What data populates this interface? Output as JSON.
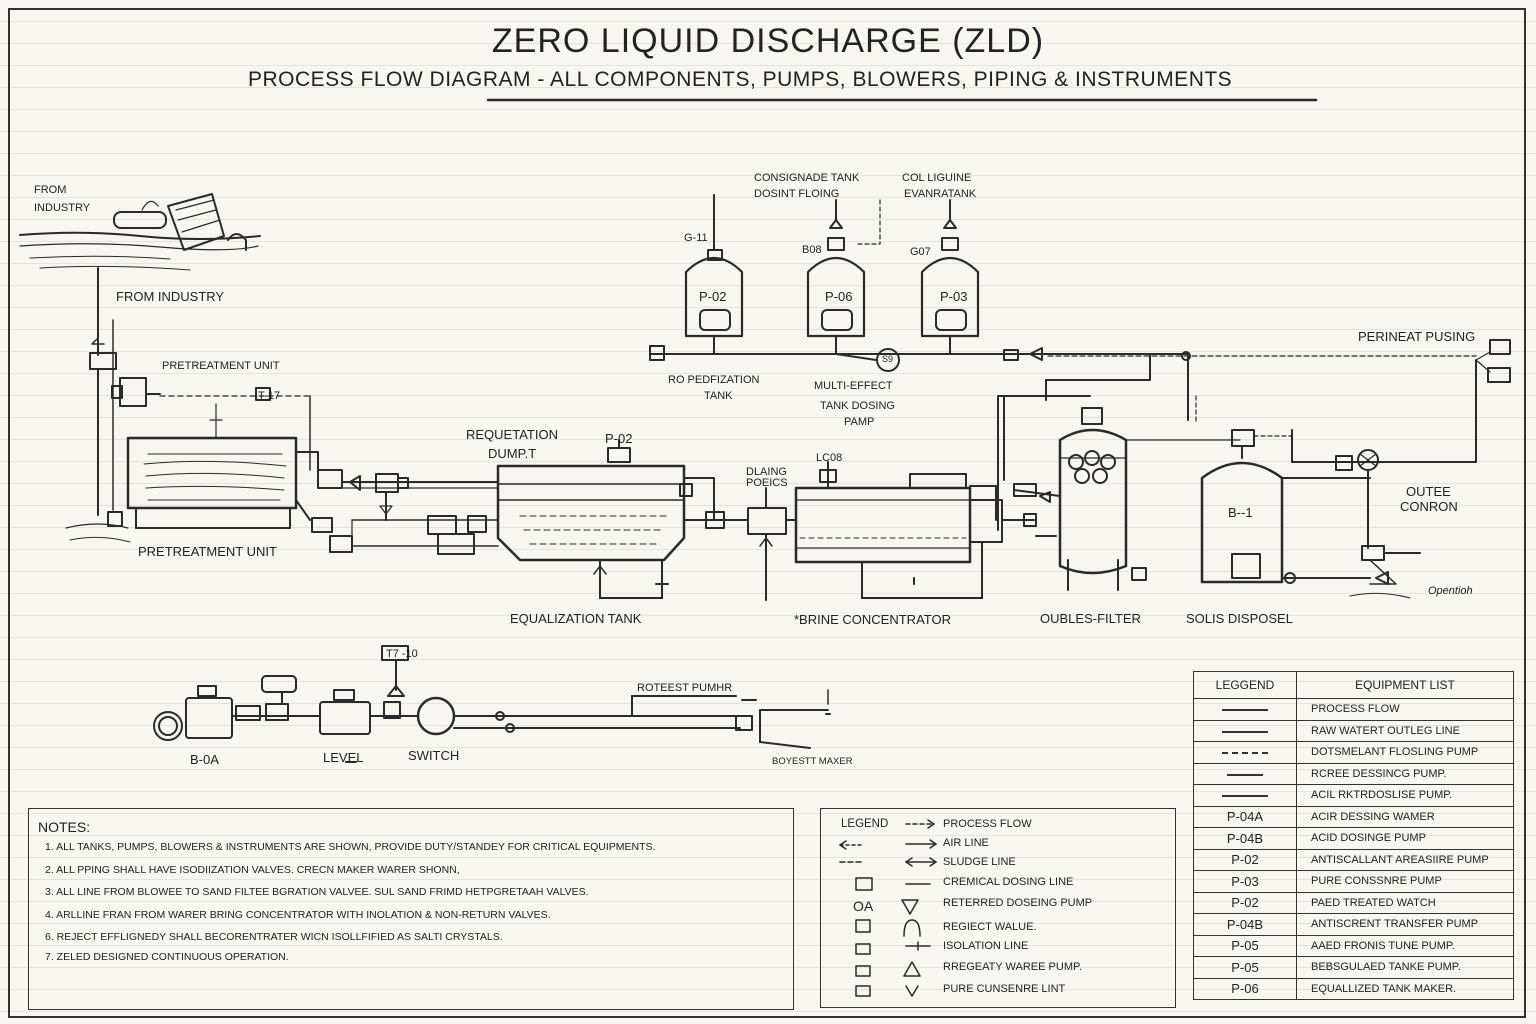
{
  "title": "ZERO LIQUID DISCHARGE (ZLD)",
  "subtitle": "PROCESS FLOW DIAGRAM - ALL COMPONENTS, PUMPS, BLOWERS, PIPING & INSTRUMENTS",
  "labels": {
    "from_industry_top": "FROM\nINDUSTRY",
    "from_industry": "FROM INDUSTRY",
    "pretreatment_unit_top": "PRETREATMENT UNIT",
    "pretreatment_unit_bottom": "PRETREATMENT UNIT",
    "requetation": "REQUETATION",
    "dumpt": "DUMP.T",
    "p02_eq": "P-02",
    "equalization_tank": "EQUALIZATION TANK",
    "dlaing": "DLAING",
    "poeics": "POEICS",
    "lc08": "LC08",
    "brine_concentrator": "*BRINE CONCENTRATOR",
    "consignade_tank": "CONSIGNADE TANK",
    "dosint_floing": "DOSINT FLOING",
    "col_liguine": "COL LIGUINE",
    "evanratank": "EVANRATANK",
    "g11": "G-11",
    "b08": "B08",
    "g07": "G07",
    "p02_tank": "P-02",
    "p06_tank": "P-06",
    "p03_tank": "P-03",
    "ro_pedfization": "RO PEDFIZATION",
    "tank": "TANK",
    "multi_effect": "MULTI-EFFECT",
    "tank_dosing": "TANK DOSING",
    "pamp": "PAMP",
    "s9": "S9",
    "perineat_pusing": "PERINEAT PUSING",
    "outee": "OUTEE",
    "conron": "CONRON",
    "b1": "B--1",
    "oubles_filter": "OUBLES-FILTER",
    "solis_disposel": "SOLIS DISPOSEL",
    "t17": "T-17",
    "b0a": "B-0A",
    "level": "LEVEL",
    "switch": "SWITCH",
    "t710": "T7 -10",
    "rotest_pumhr": "ROTEEST PUMHR",
    "boyestt_maker": "BOYESTT MAXER",
    "signature": "Opentioh"
  },
  "notes": {
    "title": "NOTES:",
    "items": [
      "1.  ALL TANKS, PUMPS, BLOWERS & INSTRUMENTS ARE SHOWN, PROVIDE DUTY/STANDEY FOR CRITICAL EQUIPMENTS.",
      "2.  ALL PPING SHALL HAVE ISODIIZATION VALVES. CRECN MAKER WARER SHONN,",
      "3.  ALL LINE FROM BLOWEE TO SAND FILTEE BGRATION VALVEE. SUL SAND FRIMD HETPGRETAAH VALVES.",
      "4.  ARLLINE FRAN FROM WARER BRING CONCENTRATOR WITH INOLATION & NON-RETURN VALVES.",
      "6.  REJECT EFFLIGNEDY SHALL BECORENTRATER WICN ISOLLFIFIED AS SALTI CRYSTALS.",
      "7.  ZELED DESIGNED CONTINUOUS OPERATION."
    ]
  },
  "legend_box": {
    "title": "LEGEND",
    "left_items": [
      "PROCESS FLOW",
      "AIR LINE",
      "SLUDGE LINE",
      "CREMICAL DOSING LINE",
      "RETERRED DOSEING PUMP",
      "REGIECT WALUE.",
      "ISOLATION LINE",
      "RREGEATY WAREE PUMP.",
      "PURE CUNSENRE LINT"
    ],
    "right_symbols": [
      "OA",
      "Ɐ",
      "▭"
    ]
  },
  "equipment_table": {
    "header_legend": "LEGGEND",
    "header_list": "EQUIPMENT LIST",
    "rows": [
      {
        "tag": "",
        "desc": "PROCESS FLOW"
      },
      {
        "tag": "",
        "desc": "RAW WATERT OUTLEG LINE"
      },
      {
        "tag": "",
        "desc": "DOTSMELANT FLOSLING PUMP"
      },
      {
        "tag": "",
        "desc": "RCREE DESSINCG PUMP."
      },
      {
        "tag": "",
        "desc": "ACIL RKTRDOSLISE PUMP."
      },
      {
        "tag": "P-04A",
        "desc": "ACIR DESSING WAMER"
      },
      {
        "tag": "P-04B",
        "desc": "ACID DOSINGE PUMP"
      },
      {
        "tag": "P-02",
        "desc": "ANTISCALLANT AREASIIRE PUMP"
      },
      {
        "tag": "P-03",
        "desc": "PURE CONSSNRE PUMP"
      },
      {
        "tag": "P-02",
        "desc": "PAED TREATED WATCH"
      },
      {
        "tag": "P-04B",
        "desc": "ANTISCRENT TRANSFER PUMP"
      },
      {
        "tag": "P-05",
        "desc": "AAED FRONIS TUNE PUMP."
      },
      {
        "tag": "P-05",
        "desc": "BEBSGULAED TANKE PUMP."
      },
      {
        "tag": "P-06",
        "desc": "EQUALLIZED TANK MAKER."
      }
    ]
  }
}
